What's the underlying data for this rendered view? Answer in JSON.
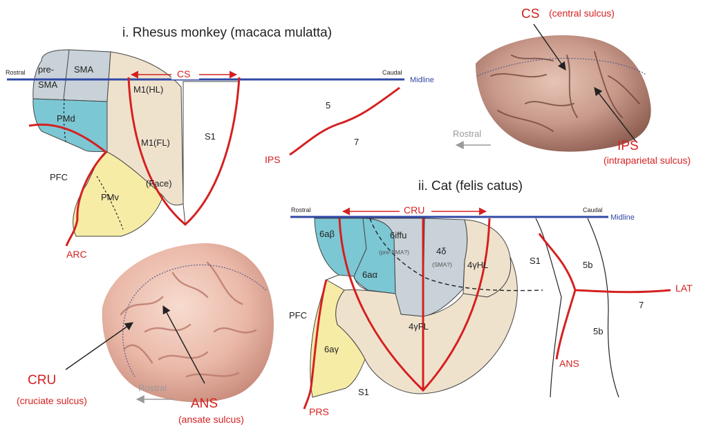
{
  "monkey": {
    "title": "i. Rhesus monkey (macaca mulatta)",
    "rostral": "Rostral",
    "caudal": "Caudal",
    "midline": "Midline",
    "cs": "CS",
    "regions": {
      "pre_sma_1": "pre-",
      "pre_sma_2": "SMA",
      "sma": "SMA",
      "m1_hl": "M1(HL)",
      "pmd": "PMd",
      "m1_fl": "M1(FL)",
      "s1": "S1",
      "pfc": "PFC",
      "face": "(Face)",
      "pmv": "PMv",
      "area5": "5",
      "area7": "7"
    },
    "ips": "IPS",
    "arc": "ARC",
    "photo": {
      "cs": "CS",
      "cs_desc": "(central sulcus)",
      "rostral": "Rostral",
      "ips": "IPS",
      "ips_desc": "(intraparietal sulcus)"
    }
  },
  "cat": {
    "title": "ii. Cat (felis catus)",
    "rostral": "Rostral",
    "caudal": "Caudal",
    "midline": "Midline",
    "cru": "CRU",
    "regions": {
      "a6ab": "6aβ",
      "a6iffu": "6iffu",
      "pre_sma_q": "(pre-SMA?)",
      "a4d": "4δ",
      "sma_q": "(SMA?)",
      "a4ghl": "4γHL",
      "a6aa": "6aα",
      "s1_right": "S1",
      "b5_top": "5b",
      "area7": "7",
      "pfc": "PFC",
      "a4gfl": "4γFL",
      "b5_bottom": "5b",
      "a6ag": "6aγ",
      "s1_bottom": "S1"
    },
    "lat": "LAT",
    "ans": "ANS",
    "prs": "PRS",
    "photo": {
      "cru": "CRU",
      "cru_desc": "(cruciate sulcus)",
      "ans": "ANS",
      "ans_desc": "(ansate sulcus)",
      "rostral": "Rostral"
    }
  },
  "colors": {
    "sulcus_red": "#d52020",
    "midline_blue": "#3148a6",
    "premotor_blue": "#7cc7d4",
    "sma_gray": "#c8d2d8",
    "motor_tan": "#efe2cd",
    "ventral_yellow": "#f7eca6",
    "outline": "#444444"
  }
}
